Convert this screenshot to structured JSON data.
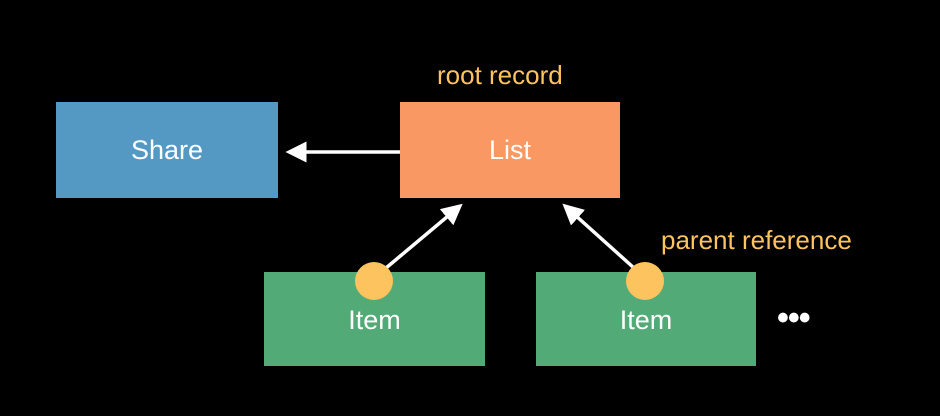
{
  "colors": {
    "background": "#000000",
    "share": "#5499C4",
    "list": "#F99862",
    "item": "#52AB77",
    "annotation": "#FDC35E",
    "arrow": "#FFFFFF"
  },
  "nodes": {
    "share": {
      "label": "Share"
    },
    "list": {
      "label": "List"
    },
    "items": [
      {
        "label": "Item"
      },
      {
        "label": "Item"
      }
    ]
  },
  "annotations": {
    "root_record": "root record",
    "parent_reference": "parent reference"
  },
  "more_indicator": "•••",
  "edges": [
    {
      "from": "list",
      "to": "share"
    },
    {
      "from": "item-1",
      "to": "list"
    },
    {
      "from": "item-2",
      "to": "list"
    }
  ]
}
